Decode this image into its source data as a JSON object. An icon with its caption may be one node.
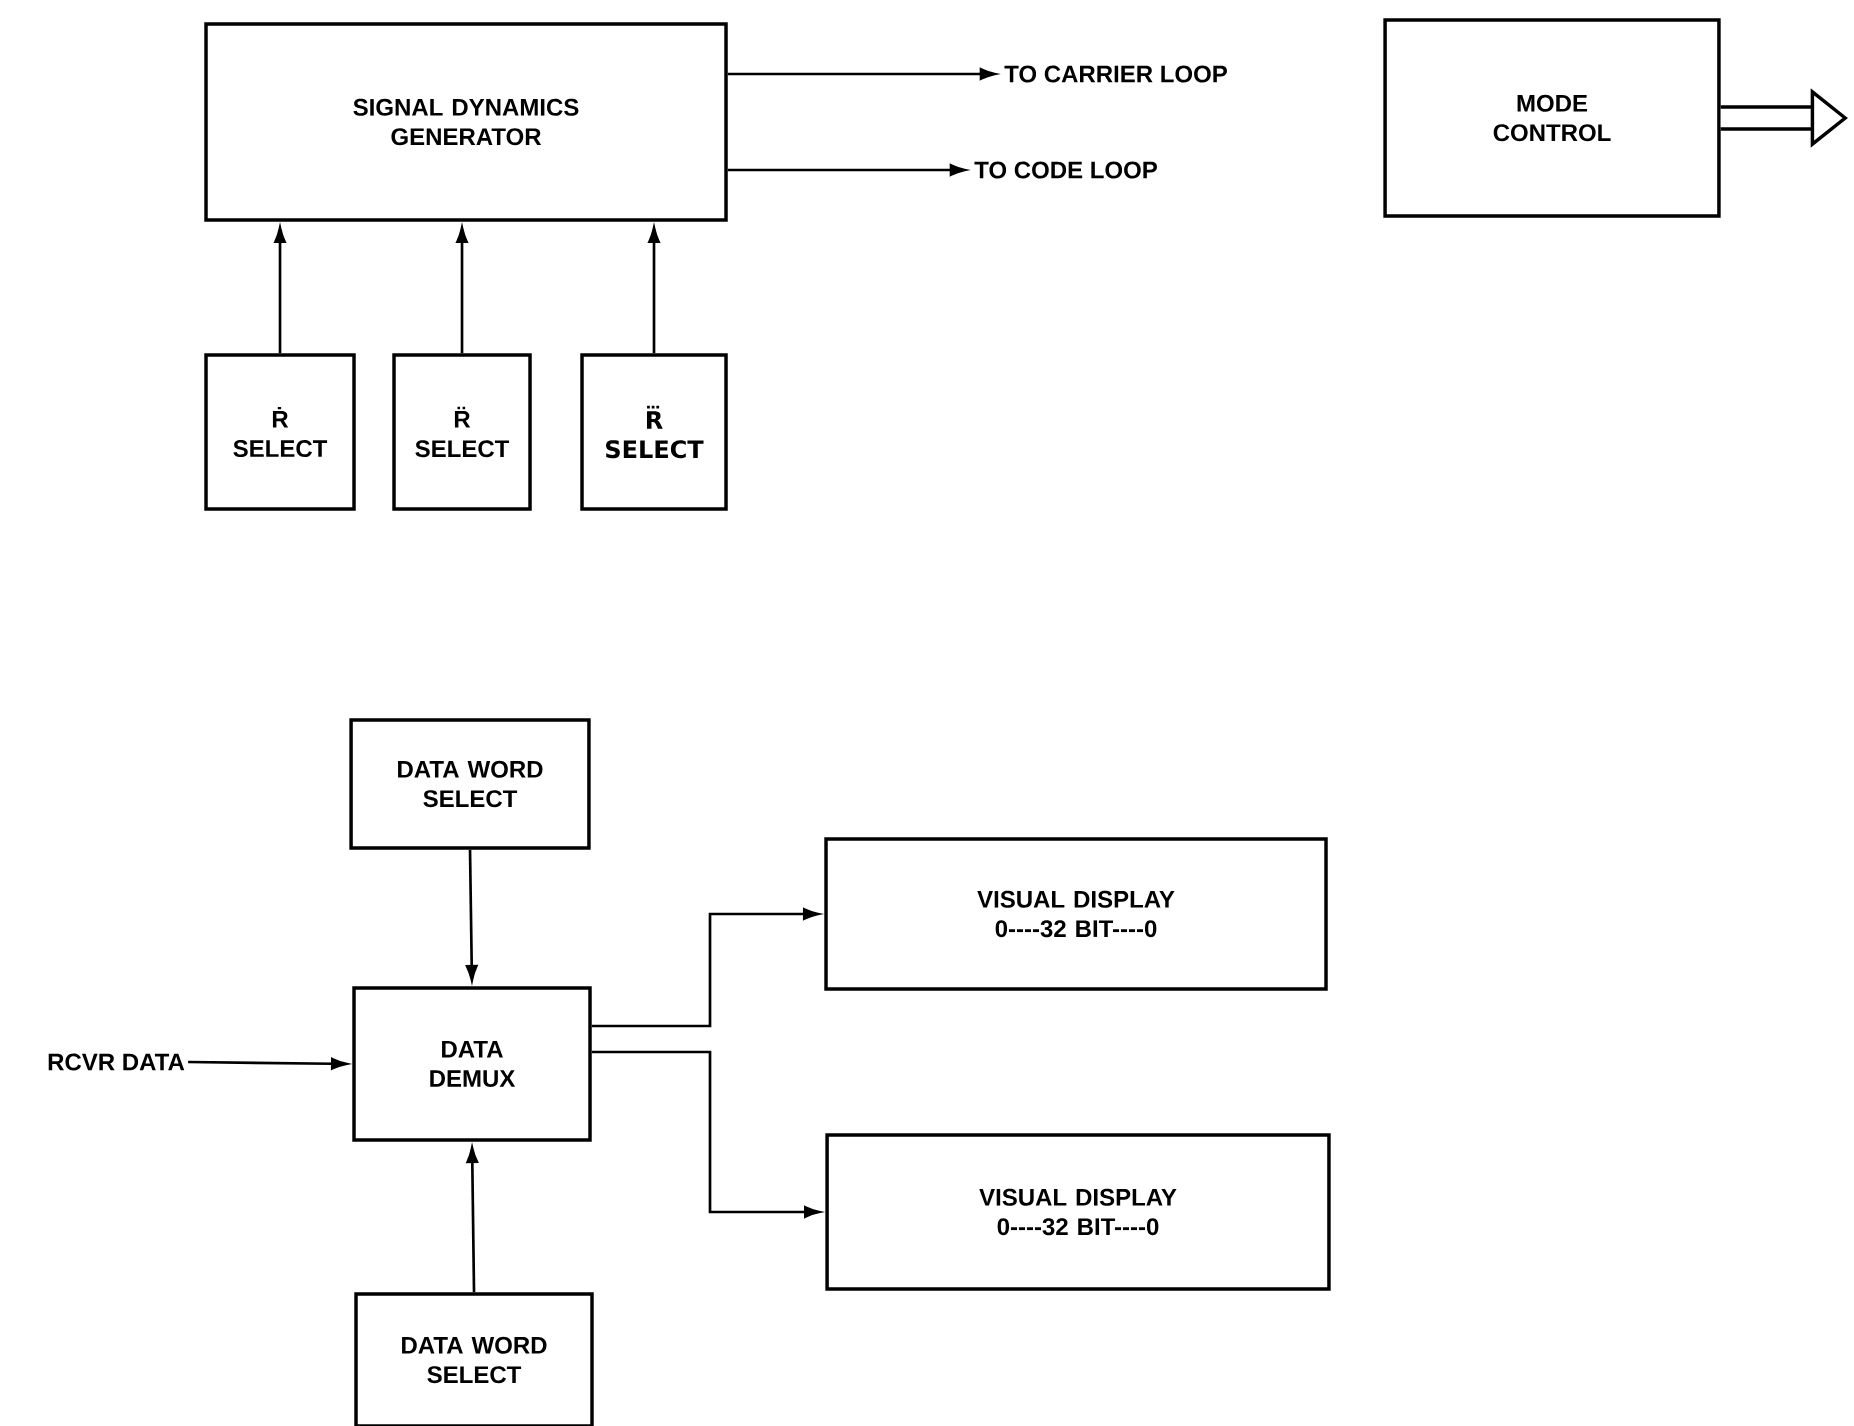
{
  "diagram": {
    "nodes": [
      {
        "text": [
          "SIGNAL DYNAMICS GENERATOR"
        ]
      },
      {
        "text": [
          "TO CARRIER LOOP"
        ]
      },
      {
        "text": [
          "TO CODE LOOP"
        ]
      },
      {
        "text": [
          "MODE CONTROL"
        ]
      },
      {
        "text": [
          "Ṙ SELECT"
        ]
      },
      {
        "text": [
          "R̈ SELECT"
        ]
      },
      {
        "text": [
          "R⃛ SELECT"
        ]
      },
      {
        "text": [
          "RCVR DATA"
        ]
      },
      {
        "text": [
          "DATA WORD SELECT"
        ]
      },
      {
        "text": [
          "DATA DEMUX"
        ]
      },
      {
        "text": [
          "VISUAL DISPLAY 0----32 BIT----0"
        ]
      },
      {
        "text": [
          "VISUAL DISPLAY 0----32 BIT----0"
        ]
      },
      {
        "text": [
          "DATA WORD SELECT"
        ]
      }
    ],
    "edges": [
      {
        "from": 0,
        "to": 1,
        "arrow": "to"
      },
      {
        "from": 0,
        "to": 2,
        "arrow": "to"
      },
      {
        "from": 3,
        "to": null,
        "arrow": "to",
        "style": "thick"
      },
      {
        "from": 4,
        "to": 0,
        "arrow": "to"
      },
      {
        "from": 5,
        "to": 0,
        "arrow": "to"
      },
      {
        "from": 6,
        "to": 0,
        "arrow": "to"
      },
      {
        "from": 8,
        "to": 9,
        "arrow": "to"
      },
      {
        "from": 7,
        "to": 9,
        "arrow": "to"
      },
      {
        "from": 9,
        "to": 10,
        "arrow": "to"
      },
      {
        "from": 9,
        "to": 11,
        "arrow": "to"
      },
      {
        "from": 12,
        "to": 9,
        "arrow": "to"
      }
    ]
  }
}
